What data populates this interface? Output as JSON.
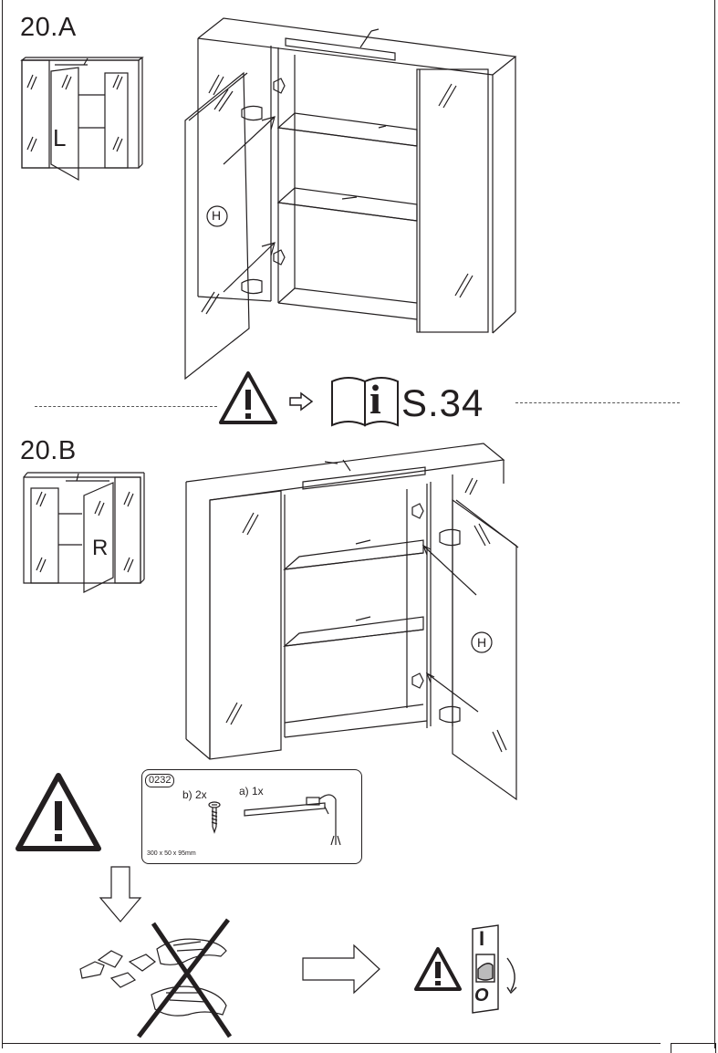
{
  "step_a": {
    "label": "20.A",
    "thumb_letter": "L",
    "hinge_marker": "H"
  },
  "reference": {
    "text": "S.34",
    "info_glyph": "i",
    "icons": [
      "warning-icon",
      "arrow-right-icon",
      "manual-book-icon"
    ]
  },
  "step_b": {
    "label": "20.B",
    "thumb_letter": "R",
    "hinge_marker": "H"
  },
  "parts": {
    "code": "0232",
    "screw_label": "b)  2x",
    "lamp_label": "a)  1x",
    "dimensions": "300 x 50 x 95mm"
  },
  "switch": {
    "on_label": "I",
    "off_label": "O"
  }
}
